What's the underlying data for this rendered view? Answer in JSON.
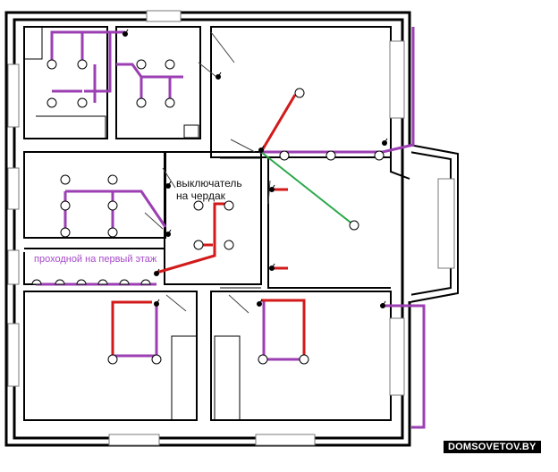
{
  "labels": {
    "attic_switch_line1": "выключатель",
    "attic_switch_line2": "на чердак",
    "passthrough_first_floor": "проходной на первый этаж"
  },
  "watermark": "DOMSOVETOV.BY",
  "colors": {
    "wall": "#000000",
    "wire_lighting": "#9b3fb3",
    "wire_passthrough": "#d21a1a",
    "wire_attic": "#2aa84a",
    "lamp_fill": "#ffffff",
    "window": "#7a7a7a"
  }
}
